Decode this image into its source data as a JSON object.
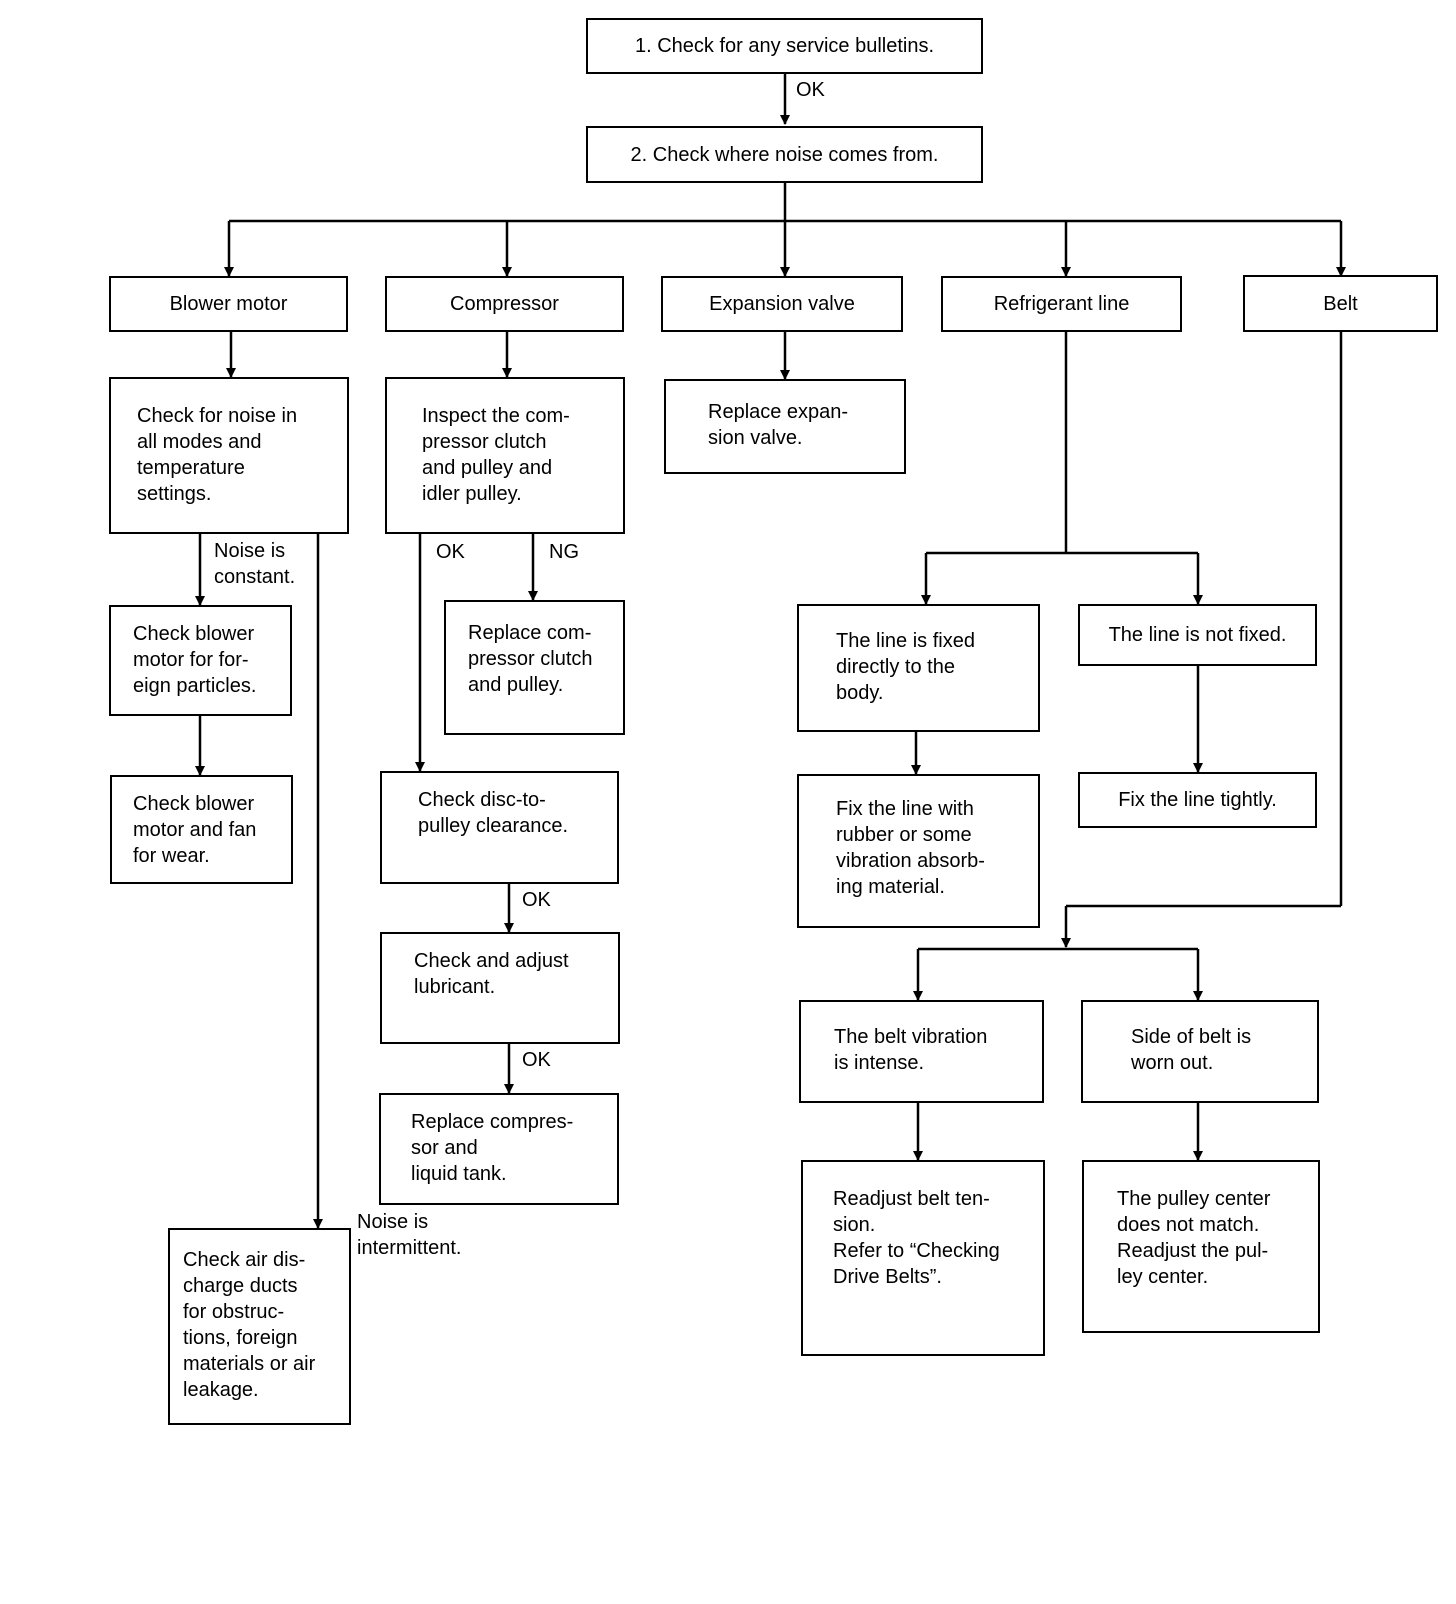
{
  "boxes": {
    "step1": "1.  Check  for  any  service  bulletins.",
    "step2": "2.  Check  where  noise  comes  from.",
    "blower": "Blower  motor",
    "compressor": "Compressor",
    "expansion": "Expansion  valve",
    "refrigerant": "Refrigerant  line",
    "belt": "Belt",
    "blower_check": "Check  for  noise  in\nall  modes  and\ntemperature\nsettings.",
    "blower_particles": "Check  blower\nmotor  for  for-\neign  particles.",
    "blower_wear": "Check  blower\nmotor  and  fan\nfor  wear.",
    "air_ducts": "Check  air  dis-\ncharge  ducts\nfor  obstruc-\ntions,  foreign\nmaterials  or  air\nleakage.",
    "comp_inspect": "Inspect  the  com-\npressor  clutch\nand  pulley  and\nidler  pulley.",
    "comp_replace_clutch": "Replace  com-\npressor  clutch\nand  pulley.",
    "comp_disc": "Check  disc-to-\npulley  clearance.",
    "comp_lube": "Check  and  adjust\nlubricant.",
    "comp_replace": "Replace  compres-\nsor  and\nliquid  tank.",
    "exp_replace": "Replace  expan-\nsion  valve.",
    "line_fixed": "The  line  is  fixed\ndirectly  to  the\nbody.",
    "line_not_fixed": "The  line  is  not  fixed.",
    "line_rubber": "Fix  the  line  with\nrubber  or  some\nvibration  absorb-\ning  material.",
    "line_tight": "Fix  the  line  tightly.",
    "belt_vibration": "The  belt  vibration\nis  intense.",
    "belt_side": "Side  of  belt  is\nworn  out.",
    "belt_readjust": "Readjust  belt  ten-\nsion.\nRefer  to  “Checking\nDrive  Belts”.",
    "pulley_center": "The  pulley  center\ndoes  not  match.\nReadjust  the  pul-\nley  center."
  },
  "labels": {
    "ok_top": "OK",
    "noise_constant": "Noise  is\nconstant.",
    "noise_intermittent": "Noise  is\nintermittent.",
    "ok_comp": "OK",
    "ng_comp": "NG",
    "ok_disc": "OK",
    "ok_lube": "OK"
  }
}
